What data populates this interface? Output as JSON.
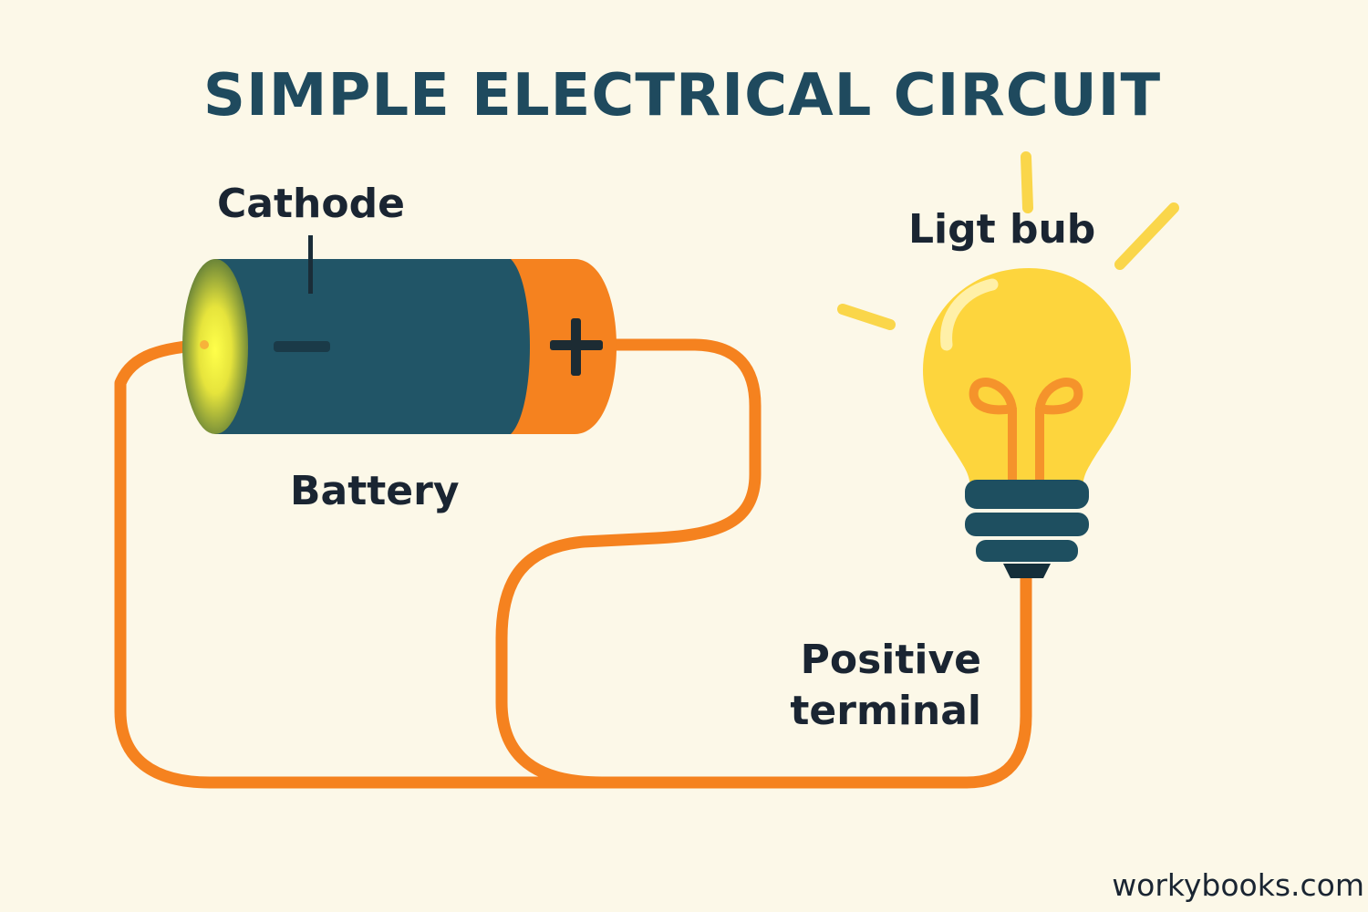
{
  "title": "SIMPLE ELECTRICAL CIRCUIT",
  "labels": {
    "cathode": "Cathode",
    "battery": "Battery",
    "light_bulb": "Ligt bub",
    "positive_line1": "Positive",
    "positive_line2": "terminal"
  },
  "battery": {
    "minus_symbol": "−",
    "plus_symbol": "+"
  },
  "watermark": "workybooks.com",
  "colors": {
    "background": "#fcf8e8",
    "title": "#1f4a5e",
    "label_text": "#1a2532",
    "battery_body": "#215567",
    "battery_cap": "#f5821f",
    "wire": "#f5821f",
    "bulb_glass": "#fdd53d",
    "bulb_filament": "#f5932b",
    "bulb_base": "#1e4f60",
    "rays": "#fad64a"
  }
}
